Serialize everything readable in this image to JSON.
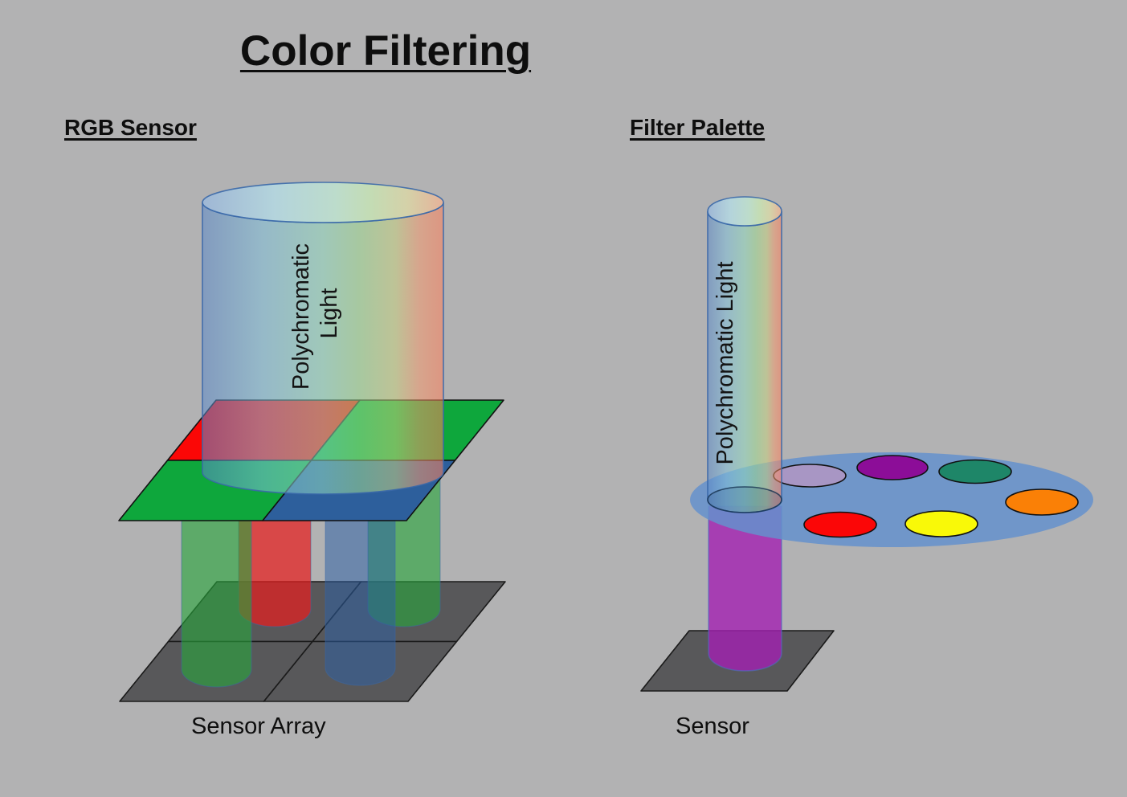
{
  "title": "Color Filtering",
  "colors": {
    "background": "#b2b2b3",
    "sensor": "#58585a",
    "sensor_outline": "#1a1a1a",
    "plane_outline": "#111111",
    "cylinder_outline": "#3a68a8",
    "palette_base": "#6490cd",
    "palette_outline": "#3a67a8",
    "beam_purple": "#a320b2"
  },
  "gradients": {
    "cylinder_body": [
      "#5b88c8",
      "#7fbfda",
      "#91dabf",
      "#9eda91",
      "#c8d17f",
      "#f59a6d",
      "#ff7f5a"
    ],
    "cylinder_top": [
      "#9ab8dd",
      "#b4dce6",
      "#bfe6d2",
      "#c8e6b4",
      "#ddd9a6",
      "#f2b293"
    ]
  },
  "left_panel": {
    "heading": "RGB Sensor",
    "cylinder_label": [
      "Polychromatic",
      "Light"
    ],
    "filter_quadrants": [
      {
        "position": "back-left",
        "color": "#fb0706"
      },
      {
        "position": "back-right",
        "color": "#0ea73c"
      },
      {
        "position": "front-left",
        "color": "#0ea73c"
      },
      {
        "position": "front-right",
        "color": "#2d5f9c"
      }
    ],
    "light_beams": [
      {
        "position": "back-left",
        "color": "rgba(230,30,30,0.72)"
      },
      {
        "position": "front-left",
        "color": "rgba(40,165,60,0.62)"
      },
      {
        "position": "back-right",
        "color": "rgba(40,165,60,0.62)"
      },
      {
        "position": "front-right",
        "color": "rgba(45,95,165,0.52)"
      }
    ],
    "sensor_label": "Sensor Array"
  },
  "right_panel": {
    "heading": "Filter Palette",
    "cylinder_label": "Polychromatic Light",
    "palette_wells": [
      {
        "name": "lavender",
        "color": "#a896c4"
      },
      {
        "name": "purple",
        "color": "#8c0d98"
      },
      {
        "name": "teal",
        "color": "#1e8668"
      },
      {
        "name": "orange",
        "color": "#fa8006"
      },
      {
        "name": "red",
        "color": "#fb0607"
      },
      {
        "name": "yellow",
        "color": "#f9f908"
      }
    ],
    "sensor_label": "Sensor"
  }
}
